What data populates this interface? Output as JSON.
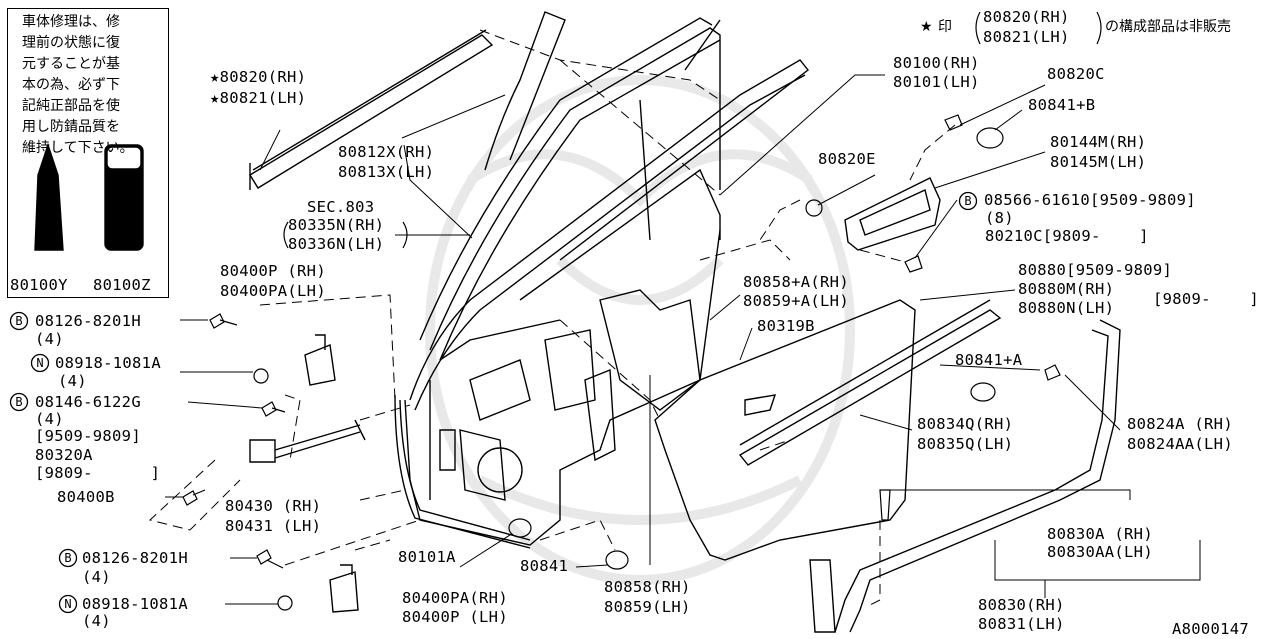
{
  "note": {
    "lines": [
      "車体修理は、修",
      "理前の状態に復",
      "元することが基",
      "本の為、必ず下",
      "記純正部品を使",
      "用し防錆品質を",
      "維持して下さい。"
    ],
    "left_item": "80100Y",
    "right_item": "80100Z"
  },
  "legend": {
    "star": "★",
    "prefix": "印",
    "part_rh": "80820(RH)",
    "part_lh": "80821(LH)",
    "suffix": "の構成部品は非販売"
  },
  "labels": {
    "p80820": "★80820(RH)",
    "p80821": "★80821(LH)",
    "p80812x": "80812X(RH)",
    "p80813x": "80813X(LH)",
    "sec": "SEC.803",
    "p80335n": "80335N(RH)",
    "p80336n": "80336N(LH)",
    "p80400p_a": "80400P (RH)",
    "p80400pa_a": "80400PA(LH)",
    "b08126_a": "08126-8201H",
    "q4_a": "(4)",
    "n08918_a": "08918-1081A",
    "q4_b": "(4)",
    "b08146": "08146-6122G",
    "q4_c": "(4)",
    "r9509_a": "[9509-9809]",
    "p80320a": "80320A",
    "r9809_a": "[9809-      ]",
    "p80400b": "80400B",
    "p80430": "80430 (RH)",
    "p80431": "80431 (LH)",
    "b08126_b": "08126-8201H",
    "q4_d": "(4)",
    "n08918_b": "08918-1081A",
    "q4_e": "(4)",
    "p80400pa_b": "80400PA(RH)",
    "p80400p_b": "80400P (LH)",
    "p80101a": "80101A",
    "p80841_a": "80841",
    "p80858": "80858(RH)",
    "p80859": "80859(LH)",
    "p80100": "80100(RH)",
    "p80101": "80101(LH)",
    "p80820c": "80820C",
    "p80841b": "80841+B",
    "p80144m": "80144M(RH)",
    "p80145m": "80145M(LH)",
    "p80820e": "80820E",
    "b08566": "08566-61610[9509-9809]",
    "q8": "(8)",
    "p80210c": "80210C[9809-    ]",
    "p80858a": "80858+A(RH)",
    "p80859a": "80859+A(LH)",
    "p80319b": "80319B",
    "p80880": "80880[9509-9809]",
    "p80880m": "80880M(RH)",
    "p80880n": "80880N(LH)",
    "r9809_b": "[9809-    ]",
    "p80841a": "80841+A",
    "p80834q": "80834Q(RH)",
    "p80835q": "80835Q(LH)",
    "p80824a": "80824A (RH)",
    "p80824aa": "80824AA(LH)",
    "p80830a": "80830A (RH)",
    "p80830aa": "80830AA(LH)",
    "p80830": "80830(RH)",
    "p80831": "80831(LH)",
    "fig_id": "A8000147"
  },
  "symbols": {
    "bolt": "B",
    "nut": "N"
  }
}
